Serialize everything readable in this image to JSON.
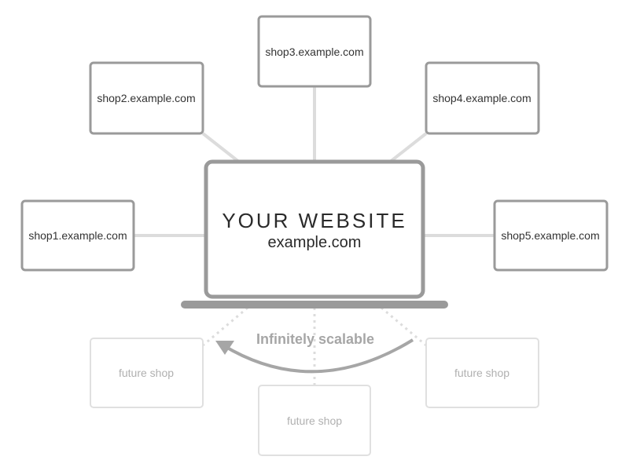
{
  "center": {
    "title": "YOUR WEBSITE",
    "subtitle": "example.com"
  },
  "shops": [
    {
      "label": "shop1.example.com"
    },
    {
      "label": "shop2.example.com"
    },
    {
      "label": "shop3.example.com"
    },
    {
      "label": "shop4.example.com"
    },
    {
      "label": "shop5.example.com"
    }
  ],
  "future_shops": [
    {
      "label": "future shop"
    },
    {
      "label": "future shop"
    },
    {
      "label": "future shop"
    }
  ],
  "scalability": {
    "label": "Infinitely scalable"
  },
  "colors": {
    "box_border": "#9a9a9a",
    "connector": "#dcdcdc",
    "future_border": "#e0e0e0",
    "future_text": "#b0b0b0",
    "arrow": "#a6a6a6"
  }
}
